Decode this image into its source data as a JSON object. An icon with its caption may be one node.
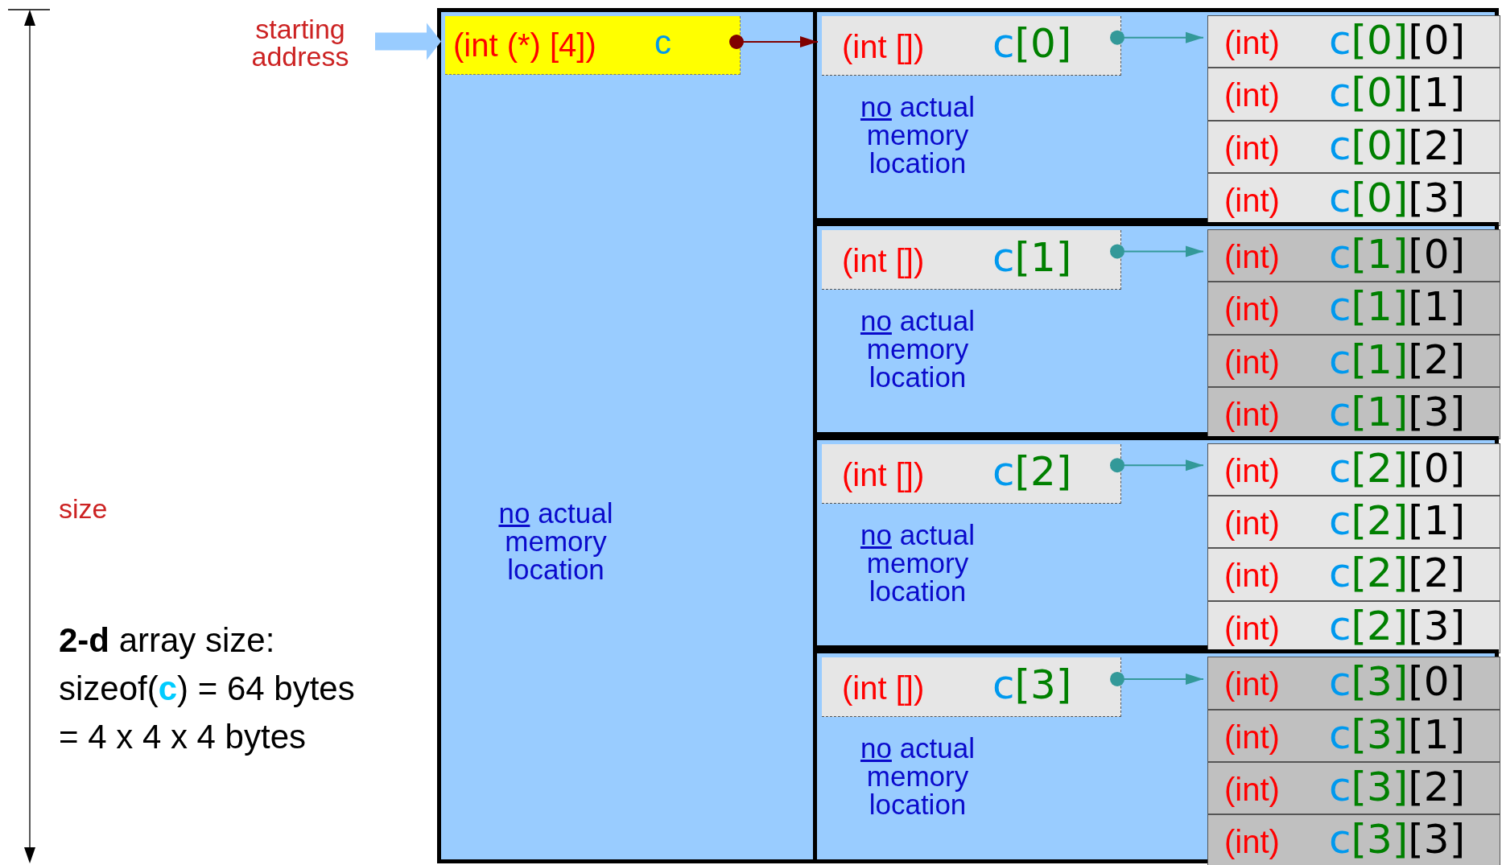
{
  "diagram": {
    "nodes": [
      {
        "text": [
          "starting address"
        ]
      },
      {
        "text": [
          "no actual memory location"
        ]
      },
      {
        "text": [
          "(int (*) [4])",
          "c"
        ],
        "in": 1
      },
      {
        "text": [
          "no actual memory location"
        ]
      },
      {
        "text": [
          "(int [])",
          "c[0]"
        ],
        "in": 3
      },
      {
        "text": [
          "(int)",
          "c[0][0]"
        ],
        "in": 3
      },
      {
        "text": [
          "(int)",
          "c[0][1]"
        ],
        "in": 3
      },
      {
        "text": [
          "(int)",
          "c[0][2]"
        ],
        "in": 3
      },
      {
        "text": [
          "(int)",
          "c[0][3]"
        ],
        "in": 3
      },
      {
        "text": [
          "no actual memory location"
        ]
      },
      {
        "text": [
          "(int [])",
          "c[1]"
        ],
        "in": 9
      },
      {
        "text": [
          "(int)",
          "c[1][0]"
        ],
        "in": 9
      },
      {
        "text": [
          "(int)",
          "c[1][1]"
        ],
        "in": 9
      },
      {
        "text": [
          "(int)",
          "c[1][2]"
        ],
        "in": 9
      },
      {
        "text": [
          "(int)",
          "c[1][3]"
        ],
        "in": 9
      },
      {
        "text": [
          "no actual memory location"
        ]
      },
      {
        "text": [
          "(int [])",
          "c[2]"
        ],
        "in": 15
      },
      {
        "text": [
          "(int)",
          "c[2][0]"
        ],
        "in": 15
      },
      {
        "text": [
          "(int)",
          "c[2][1]"
        ],
        "in": 15
      },
      {
        "text": [
          "(int)",
          "c[2][2]"
        ],
        "in": 15
      },
      {
        "text": [
          "(int)",
          "c[2][3]"
        ],
        "in": 15
      },
      {
        "text": [
          "no actual memory location"
        ]
      },
      {
        "text": [
          "(int [])",
          "c[3]"
        ],
        "in": 21
      },
      {
        "text": [
          "(int)",
          "c[3][0]"
        ],
        "in": 21
      },
      {
        "text": [
          "(int)",
          "c[3][1]"
        ],
        "in": 21
      },
      {
        "text": [
          "(int)",
          "c[3][2]"
        ],
        "in": 21
      },
      {
        "text": [
          "(int)",
          "c[3][3]"
        ],
        "in": 21
      }
    ],
    "edges": [
      {
        "from": 0,
        "to": 2,
        "arrow": "to",
        "style": "thick",
        "color": "#99ccff"
      },
      {
        "from": 2,
        "to": 4,
        "arrow": "to",
        "color": "#800000"
      },
      {
        "from": 4,
        "to": 5,
        "arrow": "to"
      },
      {
        "from": 10,
        "to": 11,
        "arrow": "to"
      },
      {
        "from": 16,
        "to": 17,
        "arrow": "to"
      },
      {
        "from": 22,
        "to": 23,
        "arrow": "to"
      }
    ],
    "labels": [
      "size",
      "**2-d** array size:",
      "sizeof(**c**) = 64 bytes",
      "= 4 x 4 x 4 bytes"
    ]
  }
}
